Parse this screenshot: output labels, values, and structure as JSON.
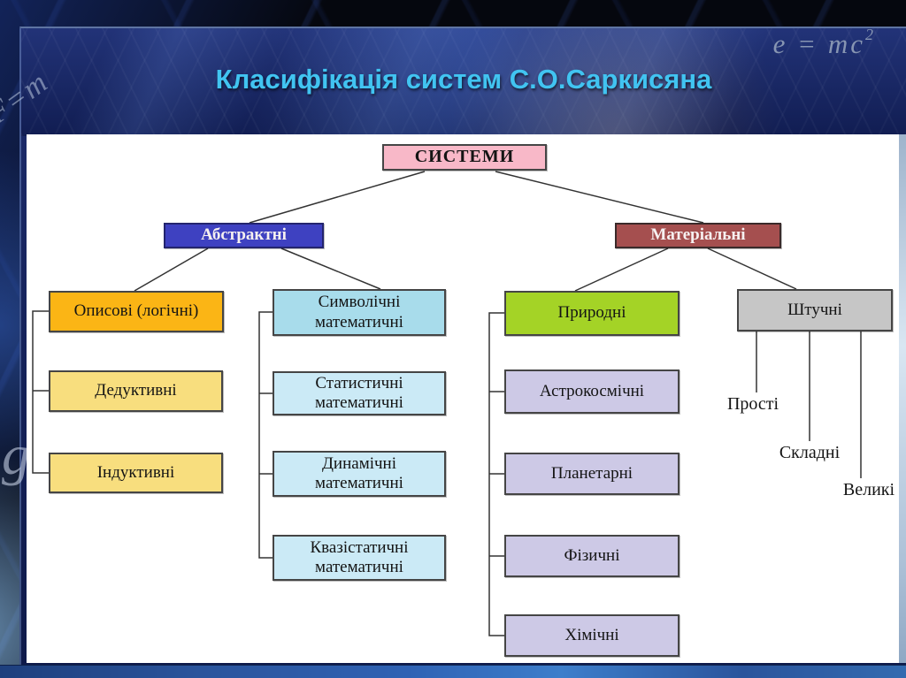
{
  "slide": {
    "title": "Класифікація систем С.О.Саркисяна",
    "title_color": "#41C4F1"
  },
  "decorations": {
    "formula_top_right_base": "e = mc",
    "formula_top_right_exponent": "2",
    "formula_left_partial": "F=m",
    "letter_bottom_left": "g"
  },
  "tree": {
    "nodes": [
      {
        "label": "СИСТЕМИ",
        "bg": "#F8B8C8"
      },
      {
        "label": "Абстрактні",
        "bg": "#3E41C1"
      },
      {
        "label": "Матеріальні",
        "bg": "#A54F4F"
      },
      {
        "label": "Описові (логічні)",
        "bg": "#FBB515"
      },
      {
        "label": "Дедуктивні",
        "bg": "#F8DE7E"
      },
      {
        "label": "Індуктивні",
        "bg": "#F8DE7E"
      },
      {
        "label": "Символічні математичні",
        "bg": "#A8DCEB"
      },
      {
        "label": "Статистичні математичні",
        "bg": "#CBEAF6"
      },
      {
        "label": "Динамічні математичні",
        "bg": "#CBEAF6"
      },
      {
        "label": "Квазістатичні математичні",
        "bg": "#CBEAF6"
      },
      {
        "label": "Природні",
        "bg": "#A4D326"
      },
      {
        "label": "Астрокосмічні",
        "bg": "#CDC9E6"
      },
      {
        "label": "Планетарні",
        "bg": "#CDC9E6"
      },
      {
        "label": "Фізичні",
        "bg": "#CDC9E6"
      },
      {
        "label": "Хімічні",
        "bg": "#CDC9E6"
      },
      {
        "label": "Штучні",
        "bg": "#C6C6C6"
      },
      {
        "label": "Прості"
      },
      {
        "label": "Складні"
      },
      {
        "label": "Великі"
      }
    ]
  }
}
